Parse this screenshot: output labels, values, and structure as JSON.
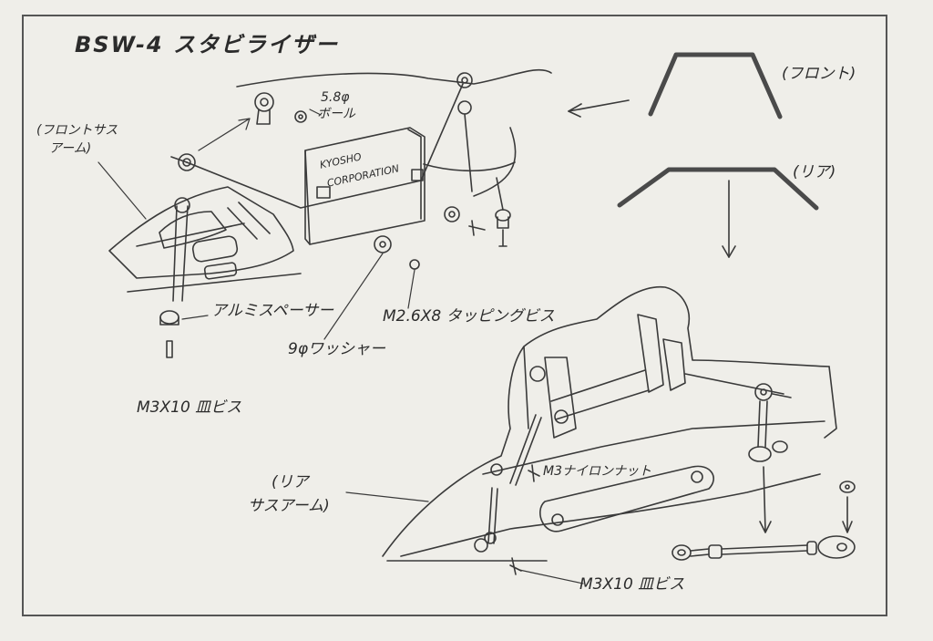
{
  "title": "BSW-4 スタビライザー",
  "shapes": {
    "front_label": "(フロント)",
    "rear_label": "(リア)"
  },
  "front_assembly": {
    "susp_arm_line1": "(フロントサス",
    "susp_arm_line2": "アーム)",
    "ball_size": "5.8φ",
    "ball_label": "ボール",
    "box_line1": "KYOSHO",
    "box_line2": "CORPORATION",
    "spacer": "アルミスペーサー",
    "screw_pan": "M3X10 皿ビス",
    "washer": "9φワッシャー",
    "tapping_screw": "M2.6X8 タッピングビス"
  },
  "rear_assembly": {
    "susp_arm_line1": "(リア",
    "susp_arm_line2": "サスアーム)",
    "nut": "M3ナイロンナット",
    "screw_pan": "M3X10 皿ビス"
  },
  "colors": {
    "ink": "#3a3a3a",
    "paper": "#efeee9",
    "bar": "#4a4a4a"
  }
}
